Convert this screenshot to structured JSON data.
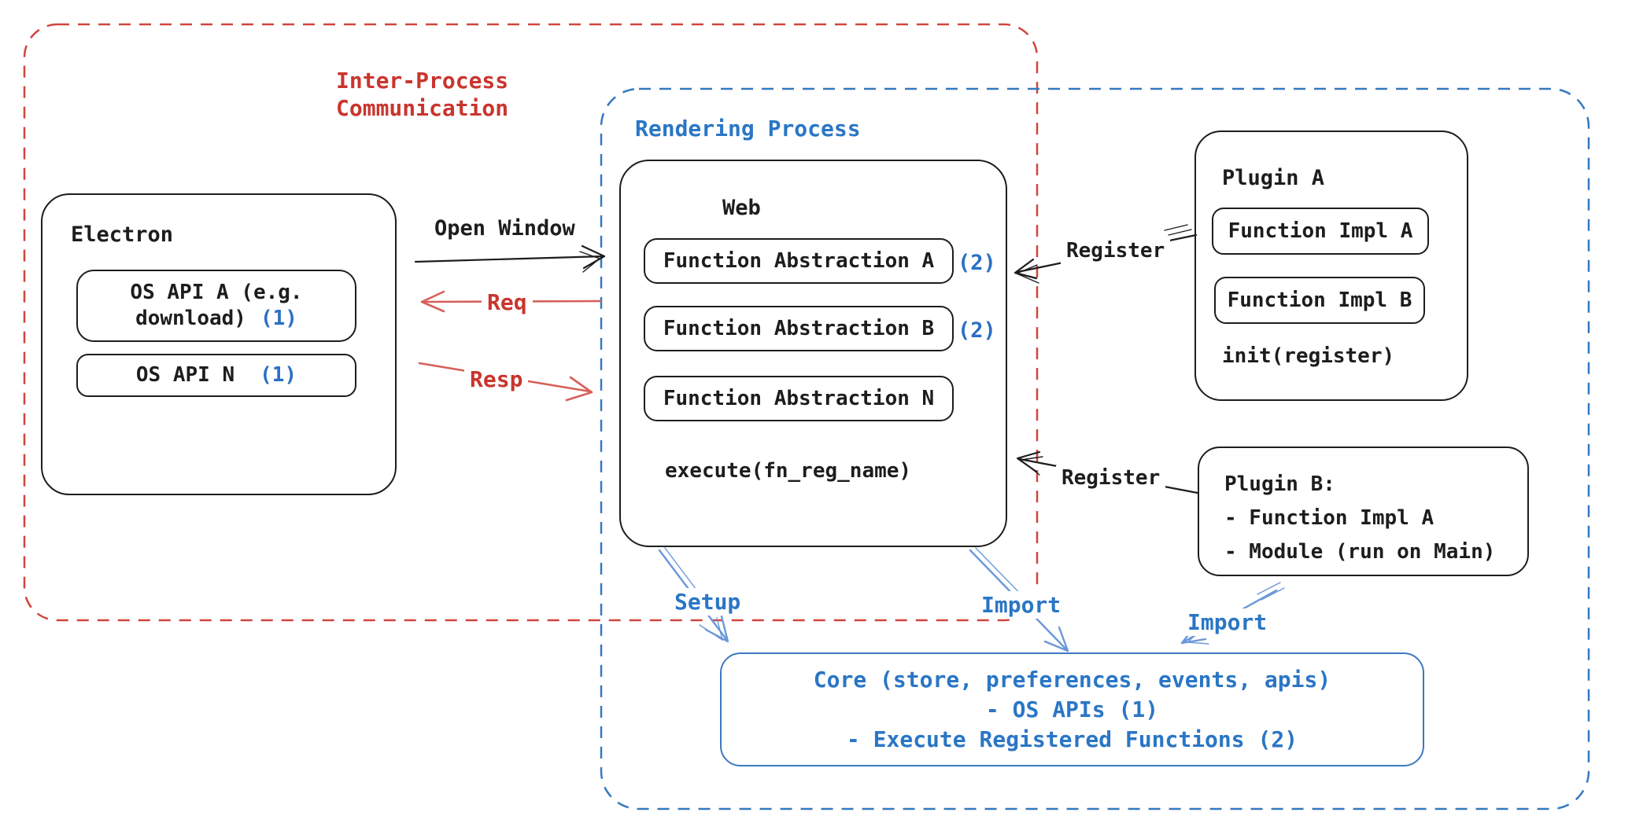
{
  "colors": {
    "background": "#ffffff",
    "ink": "#1d1d1d",
    "red_text": "#c9352e",
    "red_dash": "#d0453e",
    "red_arrow": "#d6605a",
    "blue_text": "#2a76c5",
    "blue_dash": "#3579c0",
    "blue_arrow": "#6a97d9",
    "blue_badge": "#2a6fc4",
    "core_stroke": "#3f78c0"
  },
  "ipc": {
    "label_line1": "Inter-Process",
    "label_line2": "Communication"
  },
  "rendering": {
    "label": "Rendering Process"
  },
  "electron": {
    "title": "Electron",
    "api_a_line1": "OS API A (e.g.",
    "api_a_line2": "download)",
    "api_a_badge": "(1)",
    "api_n": "OS API N",
    "api_n_badge": "(1)"
  },
  "web": {
    "title": "Web",
    "fa_a": "Function Abstraction A",
    "fa_a_badge": "(2)",
    "fa_b": "Function Abstraction B",
    "fa_b_badge": "(2)",
    "fa_n": "Function Abstraction N",
    "execute": "execute(fn_reg_name)"
  },
  "plugin_a": {
    "title": "Plugin A",
    "impl_a": "Function Impl A",
    "impl_b": "Function Impl B",
    "init": "init(register)"
  },
  "plugin_b": {
    "line1": "Plugin B:",
    "line2": "- Function Impl A",
    "line3": "- Module (run on Main)"
  },
  "core": {
    "line1": "Core (store, preferences, events, apis)",
    "line2": "- OS APIs (1)",
    "line3": "- Execute Registered Functions (2)"
  },
  "arrows": {
    "open_window": "Open Window",
    "req": "Req",
    "resp": "Resp",
    "register_top": "Register",
    "register_bottom": "Register",
    "setup": "Setup",
    "import_web": "Import",
    "import_plugin_b": "Import"
  }
}
